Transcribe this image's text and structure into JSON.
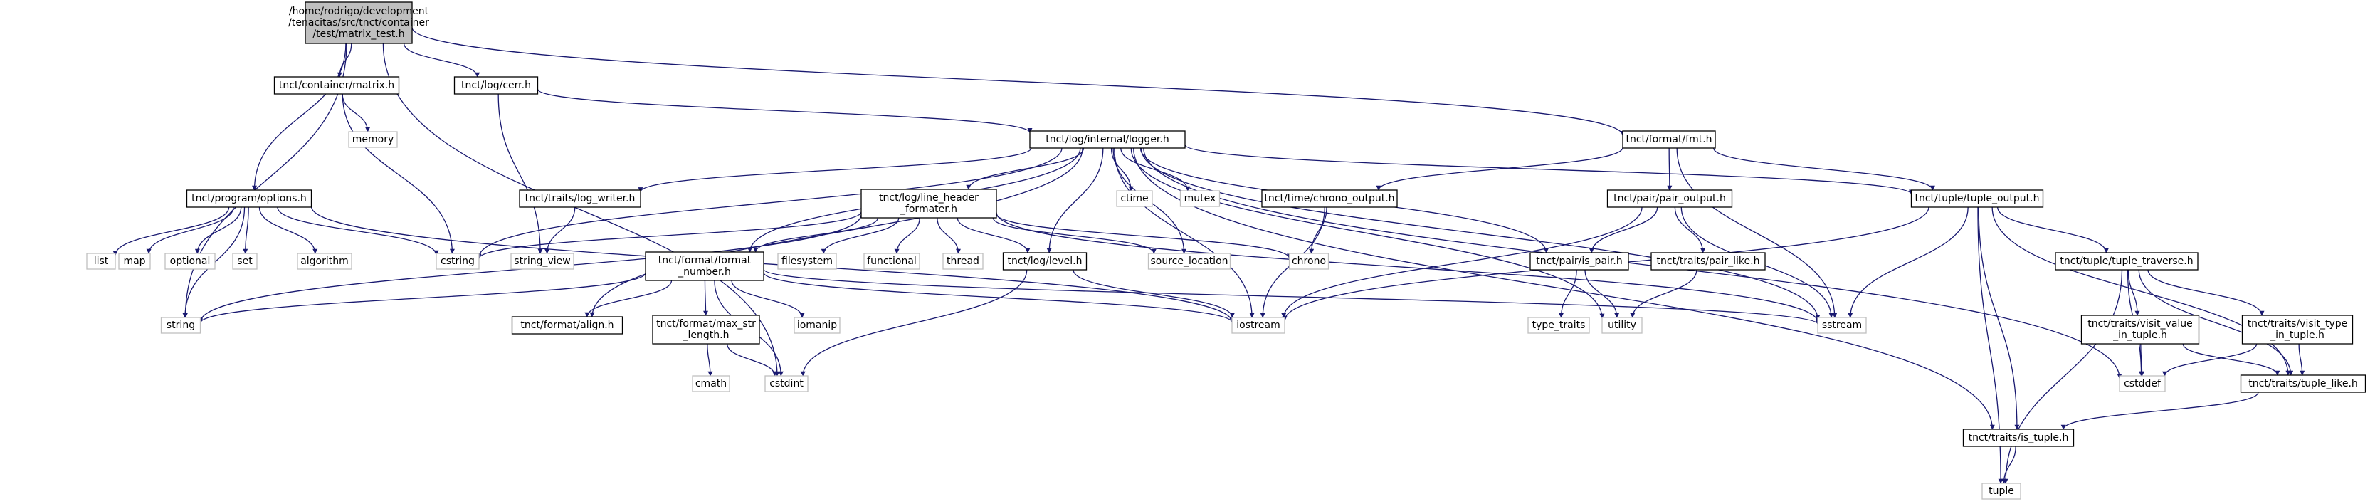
{
  "graph": {
    "edge_color": "#191970",
    "main_fill": "#bfbfbf",
    "internal_border": "#000000",
    "external_border": "#bfbfbf",
    "nodes": [
      {
        "id": "matrix_test",
        "kind": "main",
        "lines": [
          "/home/rodrigo/development",
          "/tenacitas/src/tnct/container",
          "/test/matrix_test.h"
        ]
      },
      {
        "id": "program_options",
        "kind": "internal",
        "lines": [
          "tnct/program/options.h"
        ]
      },
      {
        "id": "container_matrix",
        "kind": "internal",
        "lines": [
          "tnct/container/matrix.h"
        ]
      },
      {
        "id": "log_cerr",
        "kind": "internal",
        "lines": [
          "tnct/log/cerr.h"
        ]
      },
      {
        "id": "format_fmt",
        "kind": "internal",
        "lines": [
          "tnct/format/fmt.h"
        ]
      },
      {
        "id": "log_internal_logger",
        "kind": "internal",
        "lines": [
          "tnct/log/internal/logger.h"
        ]
      },
      {
        "id": "traits_log_writer",
        "kind": "internal",
        "lines": [
          "tnct/traits/log_writer.h"
        ]
      },
      {
        "id": "log_line_header_formater",
        "kind": "internal",
        "lines": [
          "tnct/log/line_header",
          "_formater.h"
        ]
      },
      {
        "id": "time_chrono_output",
        "kind": "internal",
        "lines": [
          "tnct/time/chrono_output.h"
        ]
      },
      {
        "id": "pair_pair_output",
        "kind": "internal",
        "lines": [
          "tnct/pair/pair_output.h"
        ]
      },
      {
        "id": "tuple_tuple_output",
        "kind": "internal",
        "lines": [
          "tnct/tuple/tuple_output.h"
        ]
      },
      {
        "id": "format_format_number",
        "kind": "internal",
        "lines": [
          "tnct/format/format",
          "_number.h"
        ]
      },
      {
        "id": "log_level",
        "kind": "internal",
        "lines": [
          "tnct/log/level.h"
        ]
      },
      {
        "id": "pair_is_pair",
        "kind": "internal",
        "lines": [
          "tnct/pair/is_pair.h"
        ]
      },
      {
        "id": "traits_pair_like",
        "kind": "internal",
        "lines": [
          "tnct/traits/pair_like.h"
        ]
      },
      {
        "id": "tuple_tuple_traverse",
        "kind": "internal",
        "lines": [
          "tnct/tuple/tuple_traverse.h"
        ]
      },
      {
        "id": "format_align",
        "kind": "internal",
        "lines": [
          "tnct/format/align.h"
        ]
      },
      {
        "id": "format_max_str_length",
        "kind": "internal",
        "lines": [
          "tnct/format/max_str",
          "_length.h"
        ]
      },
      {
        "id": "traits_visit_value_in_tuple",
        "kind": "internal",
        "lines": [
          "tnct/traits/visit_value",
          "_in_tuple.h"
        ]
      },
      {
        "id": "traits_visit_type_in_tuple",
        "kind": "internal",
        "lines": [
          "tnct/traits/visit_type",
          "_in_tuple.h"
        ]
      },
      {
        "id": "traits_tuple_like",
        "kind": "internal",
        "lines": [
          "tnct/traits/tuple_like.h"
        ]
      },
      {
        "id": "traits_is_tuple",
        "kind": "internal",
        "lines": [
          "tnct/traits/is_tuple.h"
        ]
      },
      {
        "id": "memory",
        "kind": "external",
        "lines": [
          "memory"
        ]
      },
      {
        "id": "ctime",
        "kind": "external",
        "lines": [
          "ctime"
        ]
      },
      {
        "id": "mutex",
        "kind": "external",
        "lines": [
          "mutex"
        ]
      },
      {
        "id": "cstring",
        "kind": "external",
        "lines": [
          "cstring"
        ]
      },
      {
        "id": "string_view",
        "kind": "external",
        "lines": [
          "string_view"
        ]
      },
      {
        "id": "chrono",
        "kind": "external",
        "lines": [
          "chrono"
        ]
      },
      {
        "id": "source_location",
        "kind": "external",
        "lines": [
          "source_location"
        ]
      },
      {
        "id": "list",
        "kind": "external",
        "lines": [
          "list"
        ]
      },
      {
        "id": "map",
        "kind": "external",
        "lines": [
          "map"
        ]
      },
      {
        "id": "optional",
        "kind": "external",
        "lines": [
          "optional"
        ]
      },
      {
        "id": "set",
        "kind": "external",
        "lines": [
          "set"
        ]
      },
      {
        "id": "algorithm",
        "kind": "external",
        "lines": [
          "algorithm"
        ]
      },
      {
        "id": "filesystem",
        "kind": "external",
        "lines": [
          "filesystem"
        ]
      },
      {
        "id": "functional",
        "kind": "external",
        "lines": [
          "functional"
        ]
      },
      {
        "id": "thread",
        "kind": "external",
        "lines": [
          "thread"
        ]
      },
      {
        "id": "string",
        "kind": "external",
        "lines": [
          "string"
        ]
      },
      {
        "id": "iomanip",
        "kind": "external",
        "lines": [
          "iomanip"
        ]
      },
      {
        "id": "iostream",
        "kind": "external",
        "lines": [
          "iostream"
        ]
      },
      {
        "id": "type_traits",
        "kind": "external",
        "lines": [
          "type_traits"
        ]
      },
      {
        "id": "utility",
        "kind": "external",
        "lines": [
          "utility"
        ]
      },
      {
        "id": "sstream",
        "kind": "external",
        "lines": [
          "sstream"
        ]
      },
      {
        "id": "cmath",
        "kind": "external",
        "lines": [
          "cmath"
        ]
      },
      {
        "id": "cstdint",
        "kind": "external",
        "lines": [
          "cstdint"
        ]
      },
      {
        "id": "cstddef",
        "kind": "external",
        "lines": [
          "cstddef"
        ]
      },
      {
        "id": "tuple",
        "kind": "external",
        "lines": [
          "tuple"
        ]
      }
    ],
    "edges": [
      [
        "matrix_test",
        "string"
      ],
      [
        "matrix_test",
        "program_options"
      ],
      [
        "matrix_test",
        "container_matrix"
      ],
      [
        "matrix_test",
        "cstdint"
      ],
      [
        "matrix_test",
        "log_cerr"
      ],
      [
        "matrix_test",
        "format_fmt"
      ],
      [
        "container_matrix",
        "memory"
      ],
      [
        "container_matrix",
        "cstring"
      ],
      [
        "log_cerr",
        "log_internal_logger"
      ],
      [
        "log_cerr",
        "string_view"
      ],
      [
        "program_options",
        "list"
      ],
      [
        "program_options",
        "map"
      ],
      [
        "program_options",
        "optional"
      ],
      [
        "program_options",
        "set"
      ],
      [
        "program_options",
        "algorithm"
      ],
      [
        "program_options",
        "cstring"
      ],
      [
        "program_options",
        "string"
      ],
      [
        "program_options",
        "iostream"
      ],
      [
        "log_internal_logger",
        "traits_log_writer"
      ],
      [
        "log_internal_logger",
        "log_line_header_formater"
      ],
      [
        "log_internal_logger",
        "cstring"
      ],
      [
        "log_internal_logger",
        "ctime"
      ],
      [
        "log_internal_logger",
        "mutex"
      ],
      [
        "log_internal_logger",
        "source_location"
      ],
      [
        "log_internal_logger",
        "log_level"
      ],
      [
        "log_internal_logger",
        "format_format_number"
      ],
      [
        "log_internal_logger",
        "format_align"
      ],
      [
        "log_internal_logger",
        "iostream"
      ],
      [
        "log_internal_logger",
        "pair_is_pair"
      ],
      [
        "log_internal_logger",
        "utility"
      ],
      [
        "log_internal_logger",
        "sstream"
      ],
      [
        "log_internal_logger",
        "tuple_tuple_output"
      ],
      [
        "log_internal_logger",
        "traits_is_tuple"
      ],
      [
        "log_internal_logger",
        "cstddef"
      ],
      [
        "traits_log_writer",
        "string_view"
      ],
      [
        "log_line_header_formater",
        "cstring"
      ],
      [
        "log_line_header_formater",
        "filesystem"
      ],
      [
        "log_line_header_formater",
        "functional"
      ],
      [
        "log_line_header_formater",
        "thread"
      ],
      [
        "log_line_header_formater",
        "source_location"
      ],
      [
        "log_line_header_formater",
        "chrono"
      ],
      [
        "log_line_header_formater",
        "log_level"
      ],
      [
        "log_line_header_formater",
        "format_format_number"
      ],
      [
        "log_line_header_formater",
        "string"
      ],
      [
        "log_line_header_formater",
        "sstream"
      ],
      [
        "format_fmt",
        "time_chrono_output"
      ],
      [
        "format_fmt",
        "pair_pair_output"
      ],
      [
        "format_fmt",
        "tuple_tuple_output"
      ],
      [
        "format_fmt",
        "sstream"
      ],
      [
        "time_chrono_output",
        "chrono"
      ],
      [
        "time_chrono_output",
        "iostream"
      ],
      [
        "pair_pair_output",
        "pair_is_pair"
      ],
      [
        "pair_pair_output",
        "traits_pair_like"
      ],
      [
        "pair_pair_output",
        "iostream"
      ],
      [
        "pair_pair_output",
        "sstream"
      ],
      [
        "pair_is_pair",
        "type_traits"
      ],
      [
        "pair_is_pair",
        "utility"
      ],
      [
        "traits_pair_like",
        "utility"
      ],
      [
        "format_format_number",
        "format_align"
      ],
      [
        "format_format_number",
        "format_max_str_length"
      ],
      [
        "format_format_number",
        "iomanip"
      ],
      [
        "format_format_number",
        "string"
      ],
      [
        "format_format_number",
        "iostream"
      ],
      [
        "format_format_number",
        "cstdint"
      ],
      [
        "format_format_number",
        "sstream"
      ],
      [
        "format_max_str_length",
        "cmath"
      ],
      [
        "format_max_str_length",
        "cstdint"
      ],
      [
        "log_level",
        "iostream"
      ],
      [
        "log_level",
        "cstdint"
      ],
      [
        "tuple_tuple_output",
        "tuple_tuple_traverse"
      ],
      [
        "tuple_tuple_output",
        "iostream"
      ],
      [
        "tuple_tuple_output",
        "sstream"
      ],
      [
        "tuple_tuple_output",
        "traits_is_tuple"
      ],
      [
        "tuple_tuple_output",
        "traits_tuple_like"
      ],
      [
        "tuple_tuple_output",
        "tuple"
      ],
      [
        "tuple_tuple_traverse",
        "traits_visit_value_in_tuple"
      ],
      [
        "tuple_tuple_traverse",
        "traits_visit_type_in_tuple"
      ],
      [
        "tuple_tuple_traverse",
        "cstddef"
      ],
      [
        "tuple_tuple_traverse",
        "tuple"
      ],
      [
        "tuple_tuple_traverse",
        "traits_tuple_like"
      ],
      [
        "traits_visit_value_in_tuple",
        "cstddef"
      ],
      [
        "traits_visit_value_in_tuple",
        "traits_tuple_like"
      ],
      [
        "traits_visit_type_in_tuple",
        "traits_tuple_like"
      ],
      [
        "traits_visit_type_in_tuple",
        "cstddef"
      ],
      [
        "traits_tuple_like",
        "traits_is_tuple"
      ],
      [
        "traits_is_tuple",
        "tuple"
      ]
    ]
  }
}
